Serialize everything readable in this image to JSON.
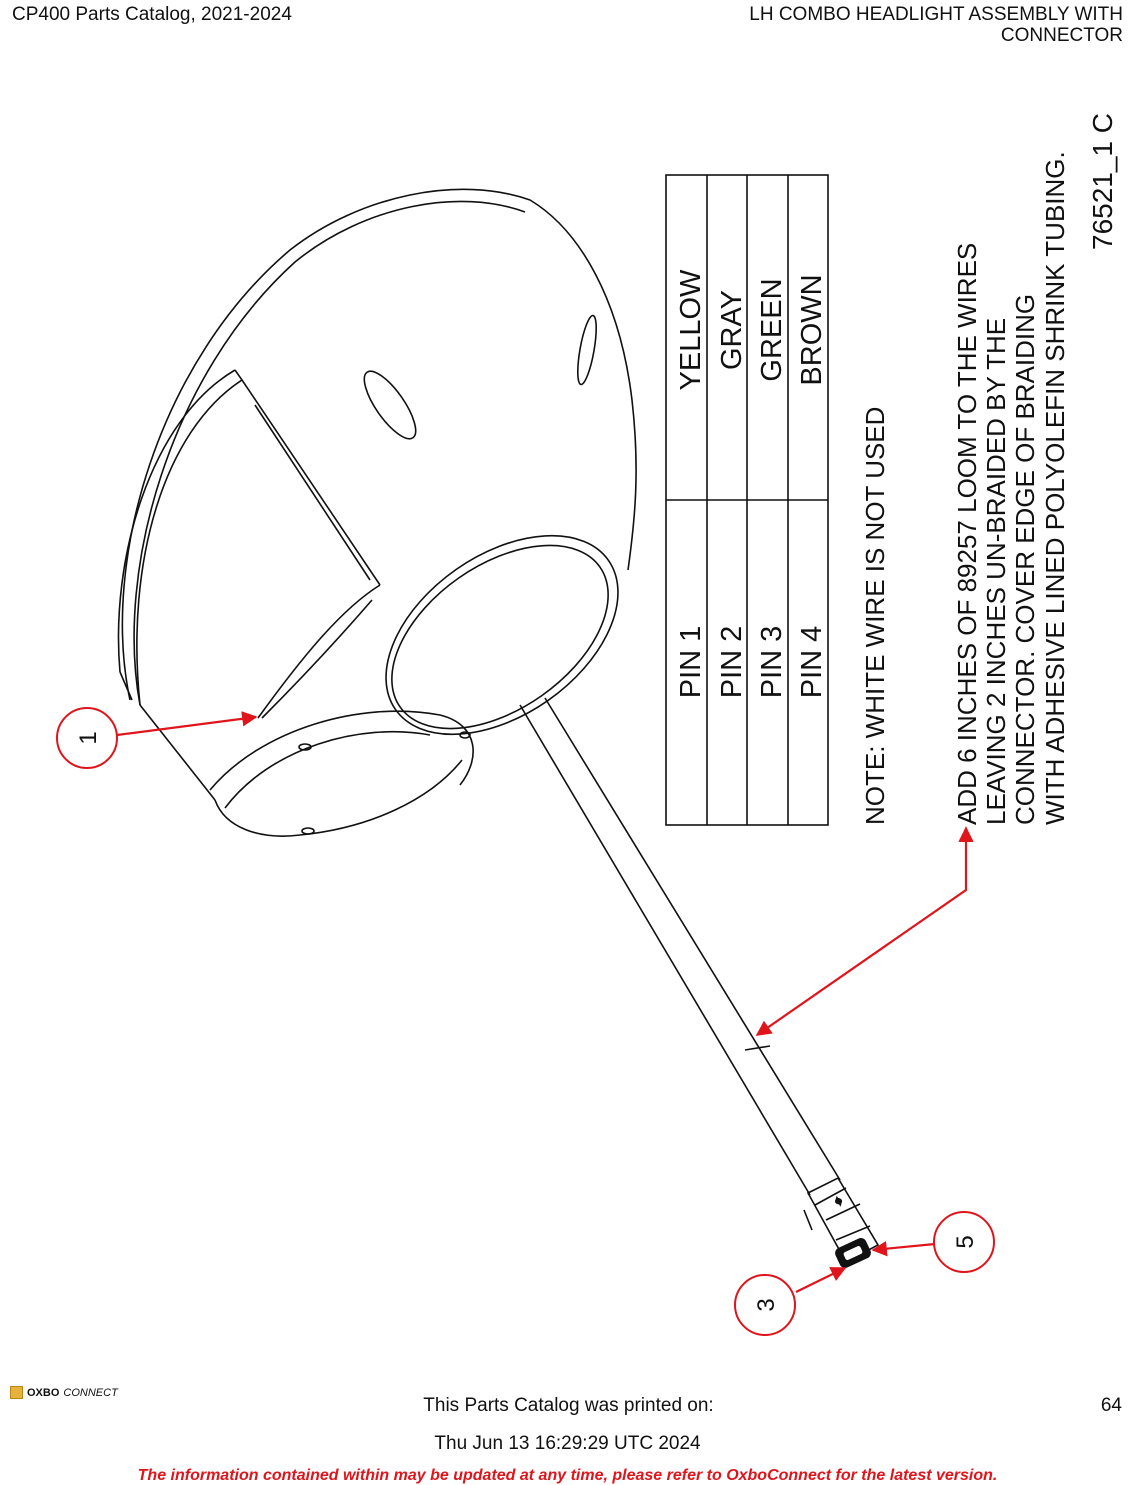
{
  "header": {
    "catalog_title": "CP400 Parts Catalog, 2021-2024",
    "assembly_title_line1": "LH COMBO HEADLIGHT ASSEMBLY WITH",
    "assembly_title_line2": "CONNECTOR"
  },
  "drawing": {
    "drawing_number": "76521_1   C",
    "pin_table": {
      "rows": [
        {
          "pin": "PIN 1",
          "color": "YELLOW"
        },
        {
          "pin": "PIN 2",
          "color": "GRAY"
        },
        {
          "pin": "PIN 3",
          "color": "GREEN"
        },
        {
          "pin": "PIN 4",
          "color": "BROWN"
        }
      ]
    },
    "note": "NOTE: WHITE WIRE IS NOT USED",
    "instruction_lines": [
      "ADD 6 INCHES OF 89257 LOOM TO THE WIRES",
      "LEAVING 2 INCHES UN-BRAIDED BY THE",
      "CONNECTOR.  COVER EDGE OF BRAIDING",
      "WITH ADHESIVE LINED POLYOLEFIN SHRINK TUBING."
    ],
    "callouts": [
      {
        "label": "1"
      },
      {
        "label": "3"
      },
      {
        "label": "5"
      }
    ],
    "callout_color": "#e0141b"
  },
  "footer": {
    "logo_bold": "OXBO",
    "logo_light": "CONNECT",
    "printed_label": "This Parts Catalog was printed on:",
    "printed_date": "Thu Jun 13 16:29:29 UTC 2024",
    "page_number": "64",
    "disclaimer": "The information contained within may be updated at any time, please refer to OxboConnect for the latest version."
  }
}
